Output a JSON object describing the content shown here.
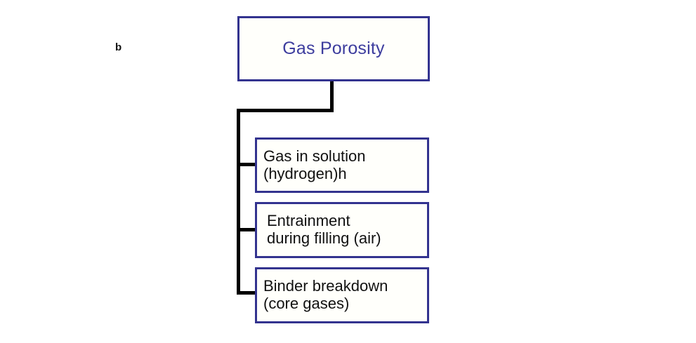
{
  "figure": {
    "panel_label": "b"
  },
  "diagram": {
    "root": {
      "label": "Gas Porosity",
      "text_color": "#3d3d9e",
      "border_color": "#33338f"
    },
    "children": [
      {
        "label": "Gas in solution\n(hydrogen)h"
      },
      {
        "label": "Entrainment\nduring filling (air)"
      },
      {
        "label": "Binder  breakdown\n(core gases)"
      }
    ]
  },
  "colors": {
    "box_border": "#33338f",
    "root_text": "#3d3d9e",
    "child_text": "#111111",
    "connector": "#000000",
    "background": "#ffffff"
  }
}
